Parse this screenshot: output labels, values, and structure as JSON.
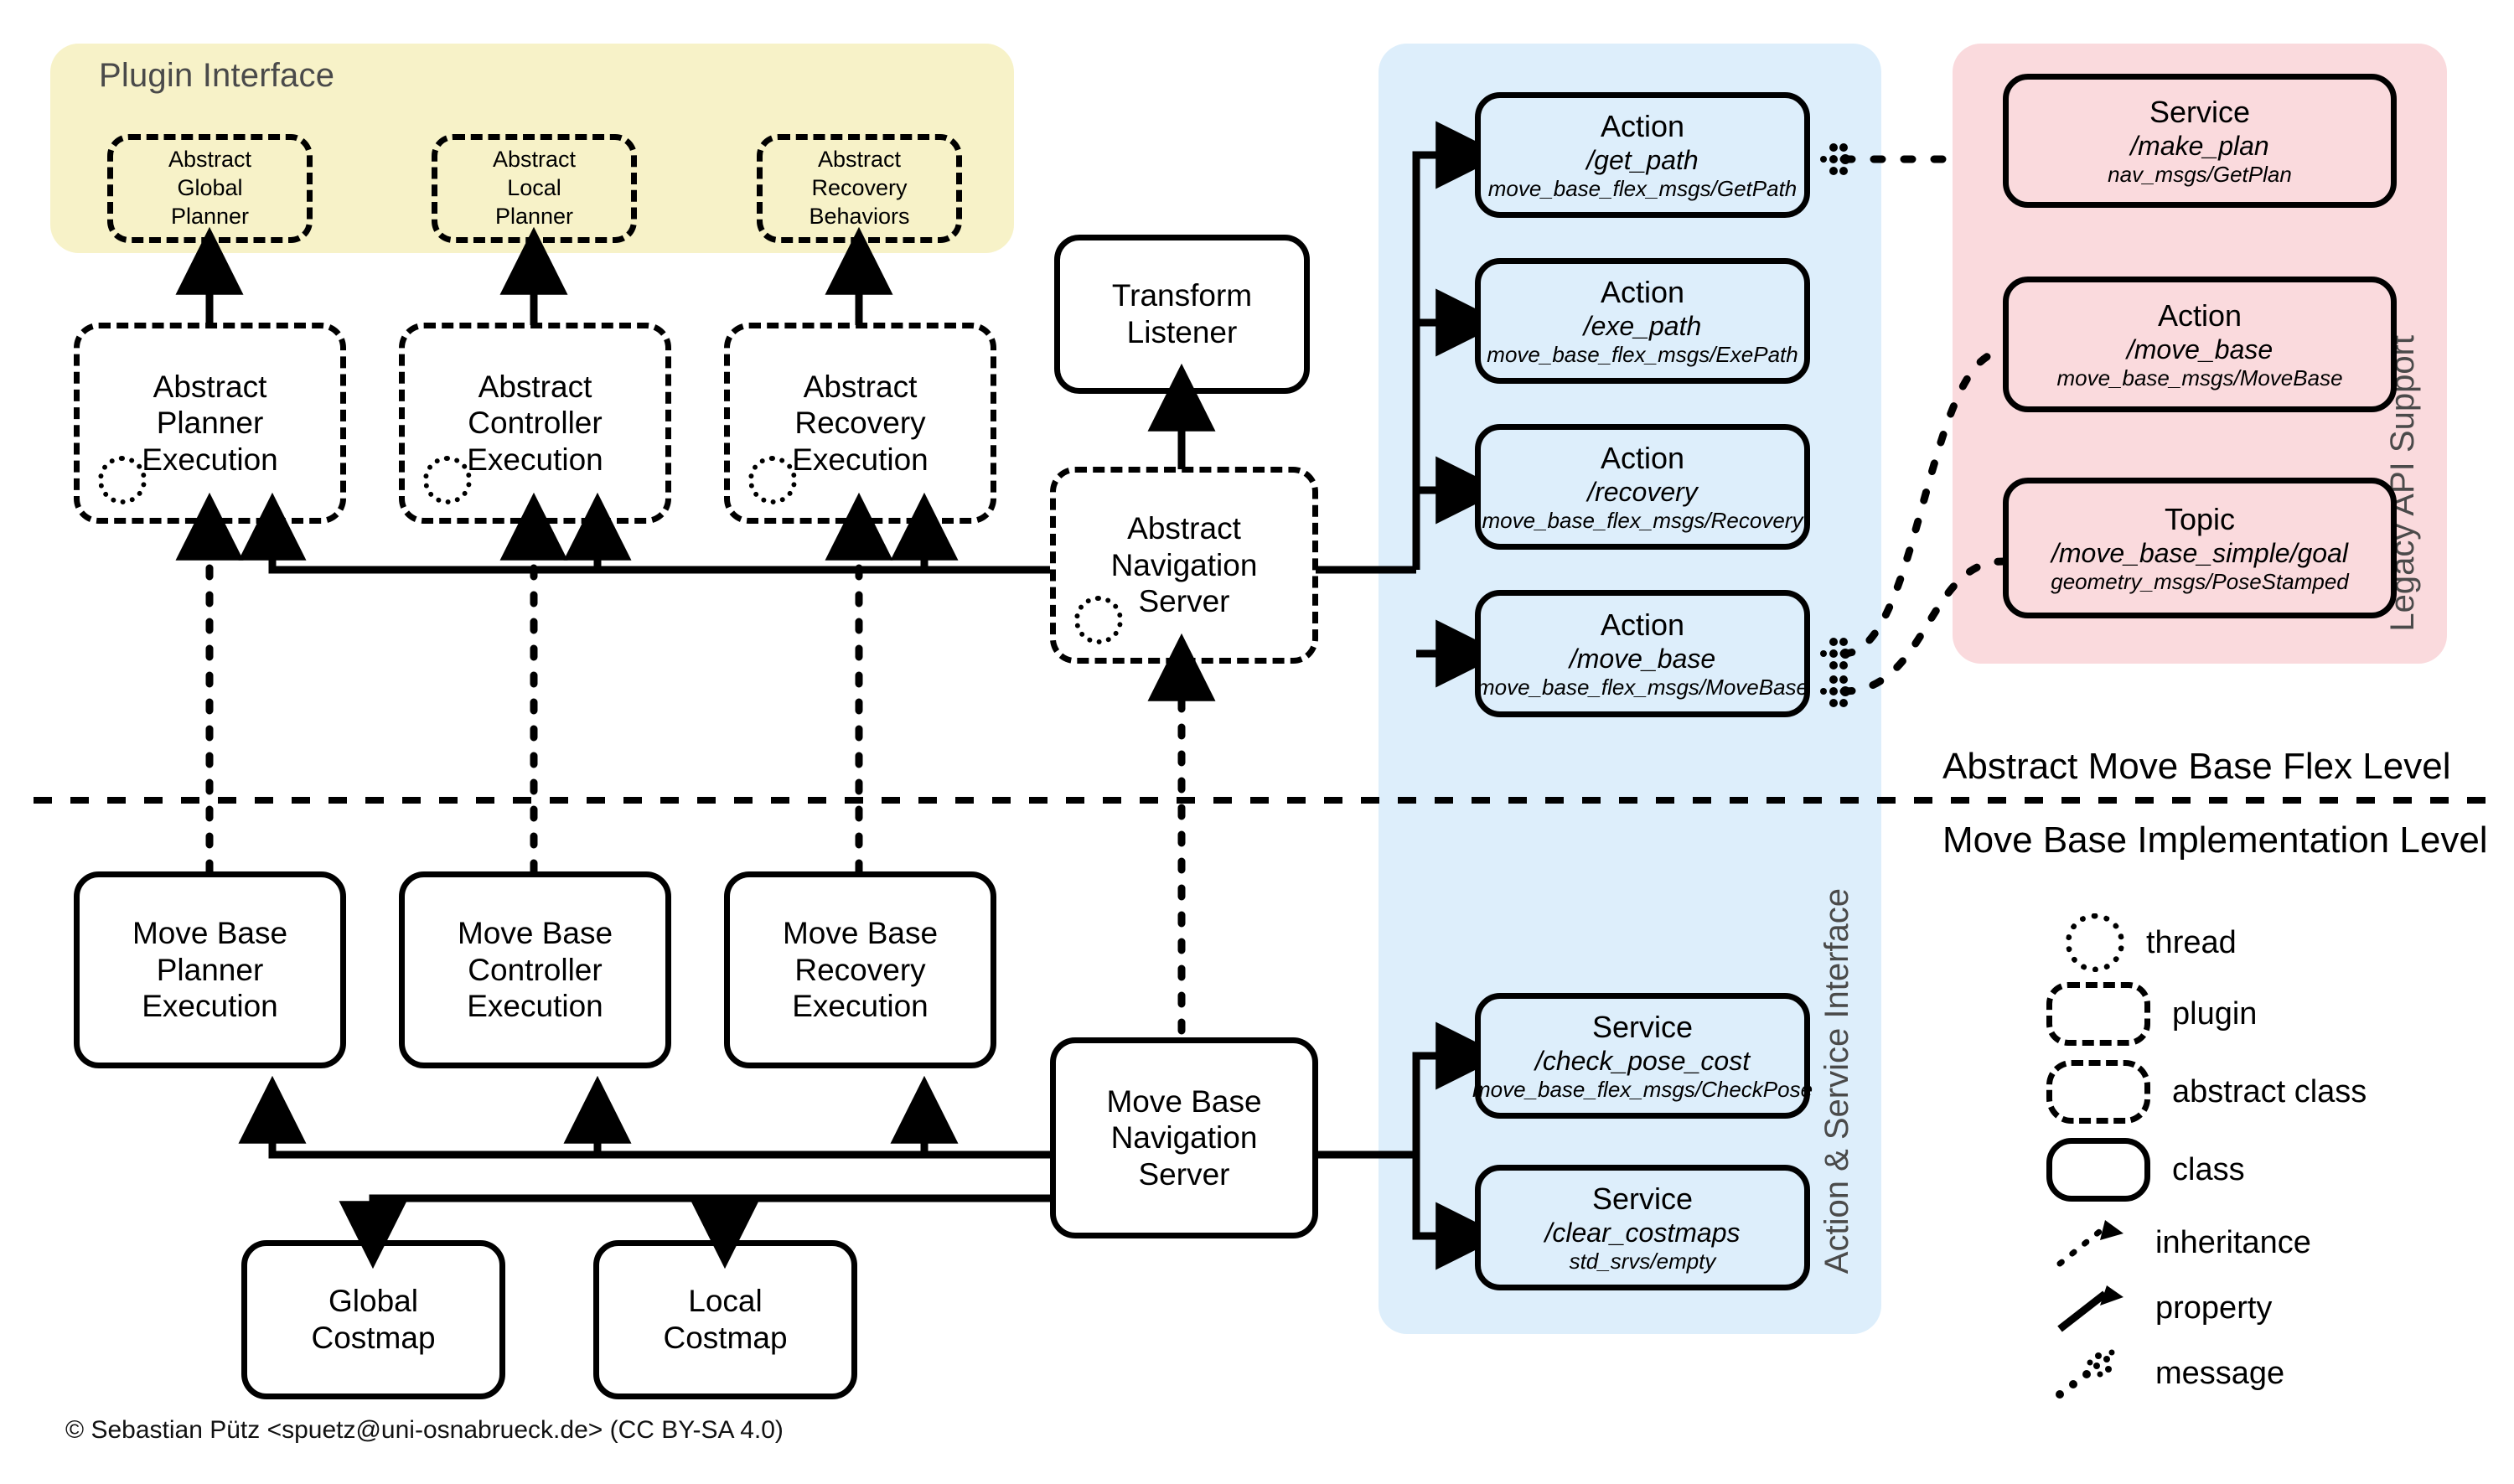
{
  "panels": {
    "plugin_interface": {
      "title": "Plugin Interface",
      "color": "#f7f2c8"
    },
    "action_service": {
      "label": "Action & Service Interface",
      "color": "#ddeefb"
    },
    "legacy": {
      "label": "Legacy API Support",
      "color": "#fadadd"
    }
  },
  "levels": {
    "upper": "Abstract Move Base Flex Level",
    "lower": "Move Base Implementation Level"
  },
  "plugins": [
    {
      "line1": "Abstract",
      "line2": "Global",
      "line3": "Planner"
    },
    {
      "line1": "Abstract",
      "line2": "Local",
      "line3": "Planner"
    },
    {
      "line1": "Abstract",
      "line2": "Recovery",
      "line3": "Behaviors"
    }
  ],
  "abstract_executions": [
    {
      "line1": "Abstract",
      "line2": "Planner",
      "line3": "Execution"
    },
    {
      "line1": "Abstract",
      "line2": "Controller",
      "line3": "Execution"
    },
    {
      "line1": "Abstract",
      "line2": "Recovery",
      "line3": "Execution"
    }
  ],
  "transform_listener": {
    "line1": "Transform",
    "line2": "Listener"
  },
  "abstract_nav_server": {
    "line1": "Abstract",
    "line2": "Navigation",
    "line3": "Server"
  },
  "move_base_nav_server": {
    "line1": "Move Base",
    "line2": "Navigation",
    "line3": "Server"
  },
  "move_base_executions": [
    {
      "line1": "Move Base",
      "line2": "Planner",
      "line3": "Execution"
    },
    {
      "line1": "Move Base",
      "line2": "Controller",
      "line3": "Execution"
    },
    {
      "line1": "Move Base",
      "line2": "Recovery",
      "line3": "Execution"
    }
  ],
  "costmaps": [
    {
      "line1": "Global",
      "line2": "Costmap"
    },
    {
      "line1": "Local",
      "line2": "Costmap"
    }
  ],
  "actions": [
    {
      "kind": "Action",
      "name": "/get_path",
      "type": "move_base_flex_msgs/GetPath"
    },
    {
      "kind": "Action",
      "name": "/exe_path",
      "type": "move_base_flex_msgs/ExePath"
    },
    {
      "kind": "Action",
      "name": "/recovery",
      "type": "move_base_flex_msgs/Recovery"
    },
    {
      "kind": "Action",
      "name": "/move_base",
      "type": "move_base_flex_msgs/MoveBase"
    }
  ],
  "services": [
    {
      "kind": "Service",
      "name": "/check_pose_cost",
      "type": "move_base_flex_msgs/CheckPose"
    },
    {
      "kind": "Service",
      "name": "/clear_costmaps",
      "type": "std_srvs/empty"
    }
  ],
  "legacy_items": [
    {
      "kind": "Service",
      "name": "/make_plan",
      "type": "nav_msgs/GetPlan"
    },
    {
      "kind": "Action",
      "name": "/move_base",
      "type": "move_base_msgs/MoveBase"
    },
    {
      "kind": "Topic",
      "name": "/move_base_simple/goal",
      "type": "geometry_msgs/PoseStamped"
    }
  ],
  "legend": [
    {
      "icon": "thread-icon",
      "label": "thread"
    },
    {
      "icon": "plugin-icon",
      "label": "plugin"
    },
    {
      "icon": "abstract-class-icon",
      "label": "abstract class"
    },
    {
      "icon": "class-icon",
      "label": "class"
    },
    {
      "icon": "inheritance-arrow-icon",
      "label": "inheritance"
    },
    {
      "icon": "property-arrow-icon",
      "label": "property"
    },
    {
      "icon": "message-arrow-icon",
      "label": "message"
    }
  ],
  "copyright": "© Sebastian Pütz <spuetz@uni-osnabrueck.de> (CC BY-SA 4.0)"
}
